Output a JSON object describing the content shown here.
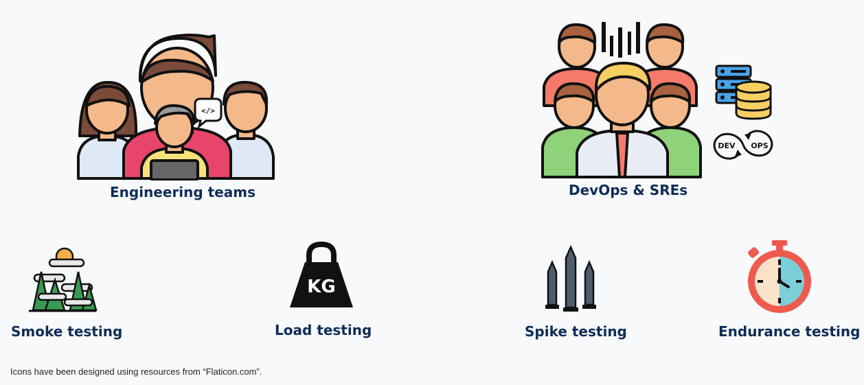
{
  "top": {
    "engineering_label": "Engineering teams",
    "devops_label": "DevOps & SREs",
    "code_bubble": "</>",
    "devops_badge_left": "DEV",
    "devops_badge_right": "OPS"
  },
  "bottom": {
    "smoke_label": "Smoke testing",
    "load_label": "Load testing",
    "load_weight_text": "KG",
    "spike_label": "Spike testing",
    "endurance_label": "Endurance testing"
  },
  "footnote": "Icons have been designed using resources from “Flaticon.com”.",
  "icons": {
    "engineering": "engineering-team-icon",
    "devops": "devops-team-icon",
    "server": "server-icon",
    "database": "database-icon",
    "cycle": "devops-cycle-icon",
    "smoke": "smoke-forest-icon",
    "load": "kettlebell-weight-icon",
    "spike": "spikes-icon",
    "endurance": "stopwatch-icon"
  },
  "colors": {
    "label": "#0f2d57",
    "hair": "#7a4a3a",
    "skin": "#f3b98a",
    "outline": "#111111",
    "shirt_pink": "#e8456b",
    "shirt_salmon": "#f47b6b",
    "shirt_green": "#8ed27a",
    "stopwatch_red": "#ee5a4e",
    "stopwatch_teal": "#7ccfd8"
  }
}
